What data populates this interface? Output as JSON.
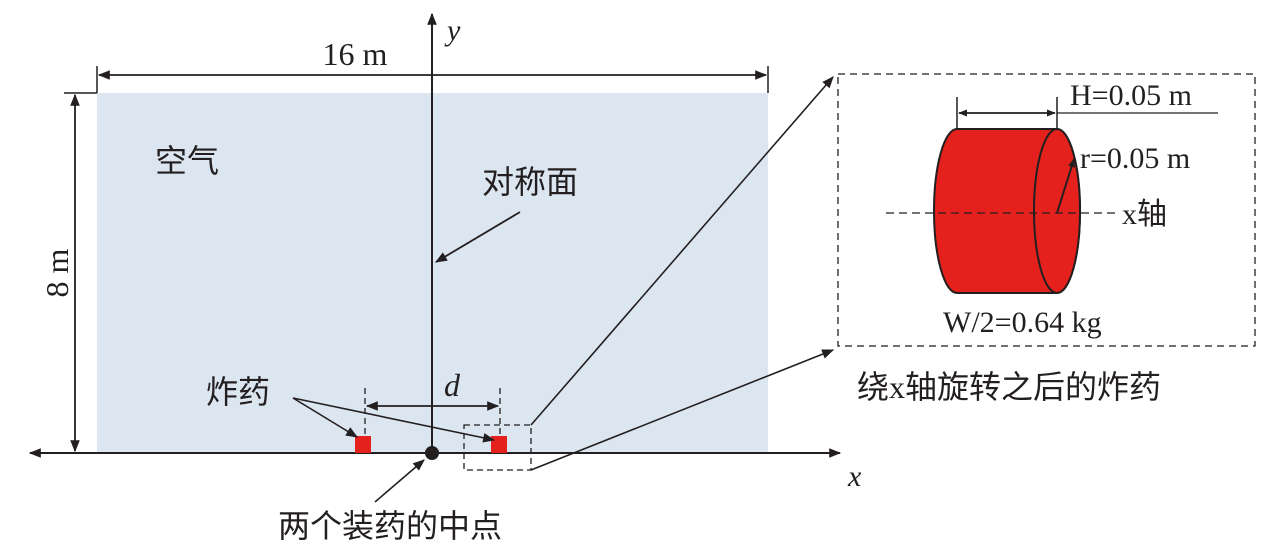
{
  "labels": {
    "width_dim": "16 m",
    "height_dim": "8 m",
    "air": "空气",
    "symmetry_plane": "对称面",
    "explosive": "炸药",
    "distance": "d",
    "midpoint": "两个装药的中点",
    "x_axis": "x",
    "y_axis": "y",
    "inset_caption": "绕x轴旋转之后的炸药"
  },
  "inset": {
    "height": "H=0.05 m",
    "radius": "r=0.05 m",
    "axis": "x轴",
    "mass": "W/2=0.64 kg"
  },
  "colors": {
    "domain_fill": "#dce6f1",
    "charge": "#e4211c",
    "line": "#231f20"
  }
}
